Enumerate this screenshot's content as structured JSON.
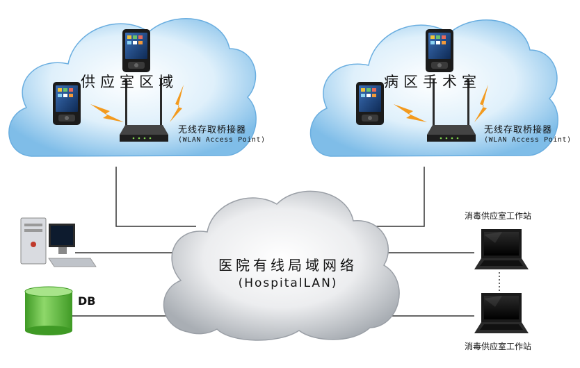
{
  "zones": [
    {
      "title": "供应室区域",
      "access_point": {
        "name": "无线存取桥接器",
        "subtitle": "(WLAN Access Point)"
      }
    },
    {
      "title": "病区手术室",
      "access_point": {
        "name": "无线存取桥接器",
        "subtitle": "(WLAN Access Point)"
      }
    }
  ],
  "network": {
    "name": "医院有线局域网络",
    "subtitle": "(HospitalLAN)"
  },
  "database": {
    "label": "DB"
  },
  "workstations": [
    {
      "label": "消毒供应室工作站"
    },
    {
      "label": "消毒供应室工作站"
    }
  ],
  "colors": {
    "cloud_blue": "#8fc6ec",
    "cloud_gray": "#c9cdd2",
    "db_green": "#5cb83a",
    "signal_orange": "#f39a1e",
    "line": "#333333"
  }
}
